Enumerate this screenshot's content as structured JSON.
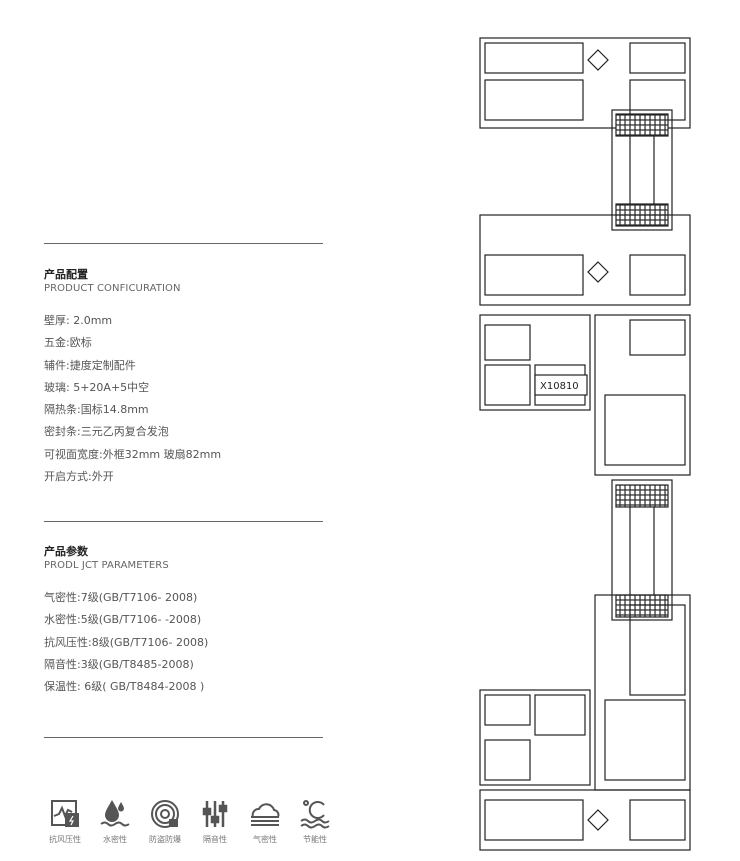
{
  "config": {
    "title": "产品配置",
    "subtitle": "PRODUCT CONFICURATION",
    "items": [
      "壁厚: 2.0mm",
      "五金:欧标",
      "辅件:捷度定制配件",
      "玻璃: 5+20A+5中空",
      "隔热条:国标14.8mm",
      "密封条:三元乙丙复合发泡",
      "可视面宽度:外框32mm 玻扇82mm",
      "开启方式:外开"
    ]
  },
  "params": {
    "title": "产品参数",
    "subtitle": "PRODL JCT PARAMETERS",
    "items": [
      "气密性:7级(GB/T7106- 2008)",
      "水密性:5级(GB/T7106- -2008)",
      "抗风压性:8级(GB/T7106- 2008)",
      "隔音性:3级(GB/T8485-2008)",
      "保温性: 6级( GB/T8484-2008 )"
    ]
  },
  "features": [
    {
      "icon": "wind-pressure-icon",
      "label": "抗风压性"
    },
    {
      "icon": "water-tight-icon",
      "label": "水密性"
    },
    {
      "icon": "anti-theft-icon",
      "label": "防盗防爆"
    },
    {
      "icon": "sound-insulation-icon",
      "label": "隔音性"
    },
    {
      "icon": "air-tight-icon",
      "label": "气密性"
    },
    {
      "icon": "energy-saving-icon",
      "label": "节能性"
    }
  ],
  "drawing": {
    "label": "X10810"
  }
}
